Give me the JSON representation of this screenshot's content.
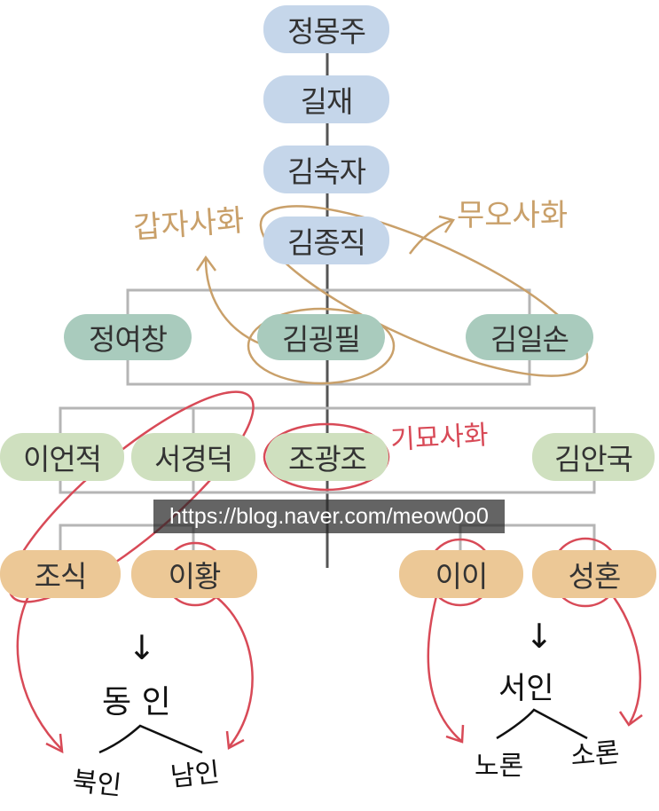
{
  "colors": {
    "tier1": "#c5d6ea",
    "tier2": "#a9cbbd",
    "tier3": "#cfe0bf",
    "tier4": "#ecc896",
    "connector": "#b5b5b5",
    "spine": "#555555",
    "tan_annotation": "#c9a06a",
    "red_annotation": "#d84a57"
  },
  "lineage": {
    "tier1": [
      "정몽주",
      "길재",
      "김숙자",
      "김종직"
    ],
    "tier2": [
      "정여창",
      "김굉필",
      "김일손"
    ],
    "tier3": [
      "이언적",
      "서경덕",
      "조광조",
      "김안국"
    ],
    "tier4": [
      "조식",
      "이황",
      "이이",
      "성혼"
    ]
  },
  "annotations": {
    "gapja": "갑자사화",
    "muo": "무오사화",
    "gimyo": "기묘사화",
    "left_arrow": "↓",
    "right_arrow": "↓",
    "dongin": "동 인",
    "bugin": "북인",
    "namin": "남인",
    "seoin": "서인",
    "noron": "노론",
    "soron": "소론"
  },
  "watermark": "https://blog.naver.com/meow0o0"
}
